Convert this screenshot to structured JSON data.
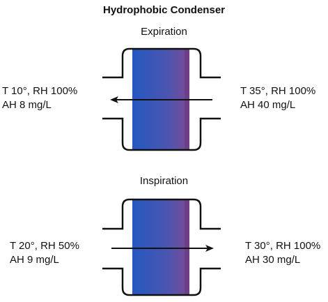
{
  "title": "Hydrophobic Condenser",
  "expiration": {
    "label": "Expiration",
    "left": {
      "line1": "T 10°, RH 100%",
      "line2": "AH 8 mg/L"
    },
    "right": {
      "line1": "T 35°, RH 100%",
      "line2": "AH 40 mg/L"
    },
    "arrow_direction": "left"
  },
  "inspiration": {
    "label": "Inspiration",
    "left": {
      "line1": "T 20°, RH 50%",
      "line2": "AH 9 mg/L"
    },
    "right": {
      "line1": "T 30°, RH 100%",
      "line2": "AH 30 mg/L"
    },
    "arrow_direction": "right"
  },
  "colors": {
    "filter_left": "#2a5ab8",
    "filter_right": "#7a4e9a",
    "filter_edge": "#6a3a7a"
  }
}
